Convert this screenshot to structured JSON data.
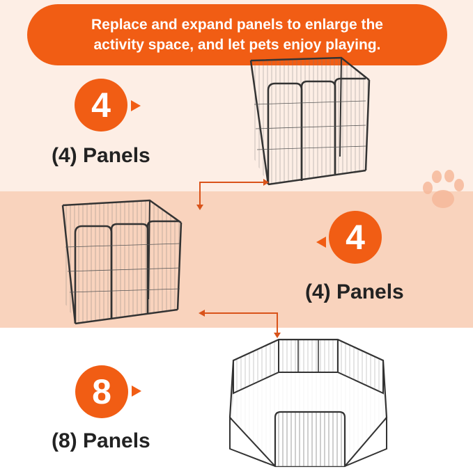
{
  "banner": {
    "line1": "Replace and expand panels to enlarge the",
    "line2": "activity space, and let pets enjoy playing."
  },
  "steps": [
    {
      "count": "4",
      "label": "(4) Panels"
    },
    {
      "count": "4",
      "label": "(4) Panels"
    },
    {
      "count": "8",
      "label": "(8) Panels"
    }
  ],
  "colors": {
    "accent": "#f15d14",
    "band_light": "#fdeee5",
    "band_mid": "#f9d3bd",
    "arrow": "#d9531a"
  }
}
